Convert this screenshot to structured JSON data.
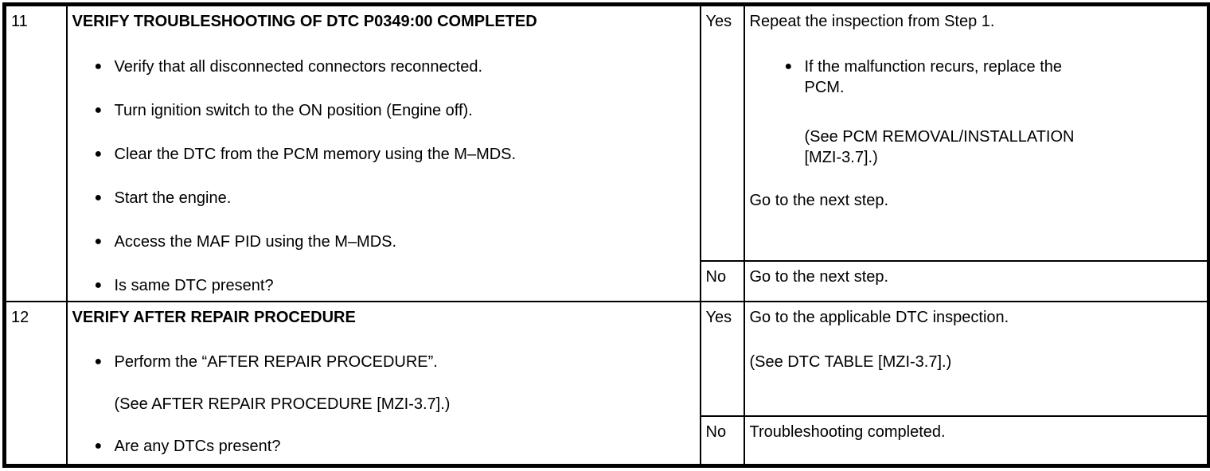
{
  "meta": {
    "background_color": "#ffffff",
    "border_color": "#000000",
    "text_color": "#000000"
  },
  "icons": {
    "bullet": "●"
  },
  "table": {
    "steps": [
      {
        "number": "11",
        "title": "VERIFY TROUBLESHOOTING OF DTC P0349:00 COMPLETED",
        "bullets": [
          "Verify that all disconnected connectors reconnected.",
          "Turn ignition switch to the ON position (Engine off).",
          "Clear the DTC from the PCM memory using the M–MDS.",
          "Start the engine.",
          "Access the MAF PID using the M–MDS.",
          "Is same DTC present?"
        ],
        "yes": {
          "label": "Yes",
          "intro": "Repeat the inspection from Step 1.",
          "bullet": "If the malfunction recurs, replace the PCM.",
          "reference": "(See PCM REMOVAL/INSTALLATION [MZI-3.7].)",
          "outro": "Go to the next step."
        },
        "no": {
          "label": "No",
          "action": "Go to the next step."
        }
      },
      {
        "number": "12",
        "title": "VERIFY AFTER REPAIR PROCEDURE",
        "bullets": [
          "Perform the “AFTER REPAIR PROCEDURE”.",
          "Are any DTCs present?"
        ],
        "reference": "(See AFTER REPAIR PROCEDURE [MZI-3.7].)",
        "yes": {
          "label": "Yes",
          "intro": "Go to the applicable DTC inspection.",
          "reference": "(See DTC TABLE [MZI-3.7].)"
        },
        "no": {
          "label": "No",
          "action": "Troubleshooting completed."
        }
      }
    ]
  }
}
